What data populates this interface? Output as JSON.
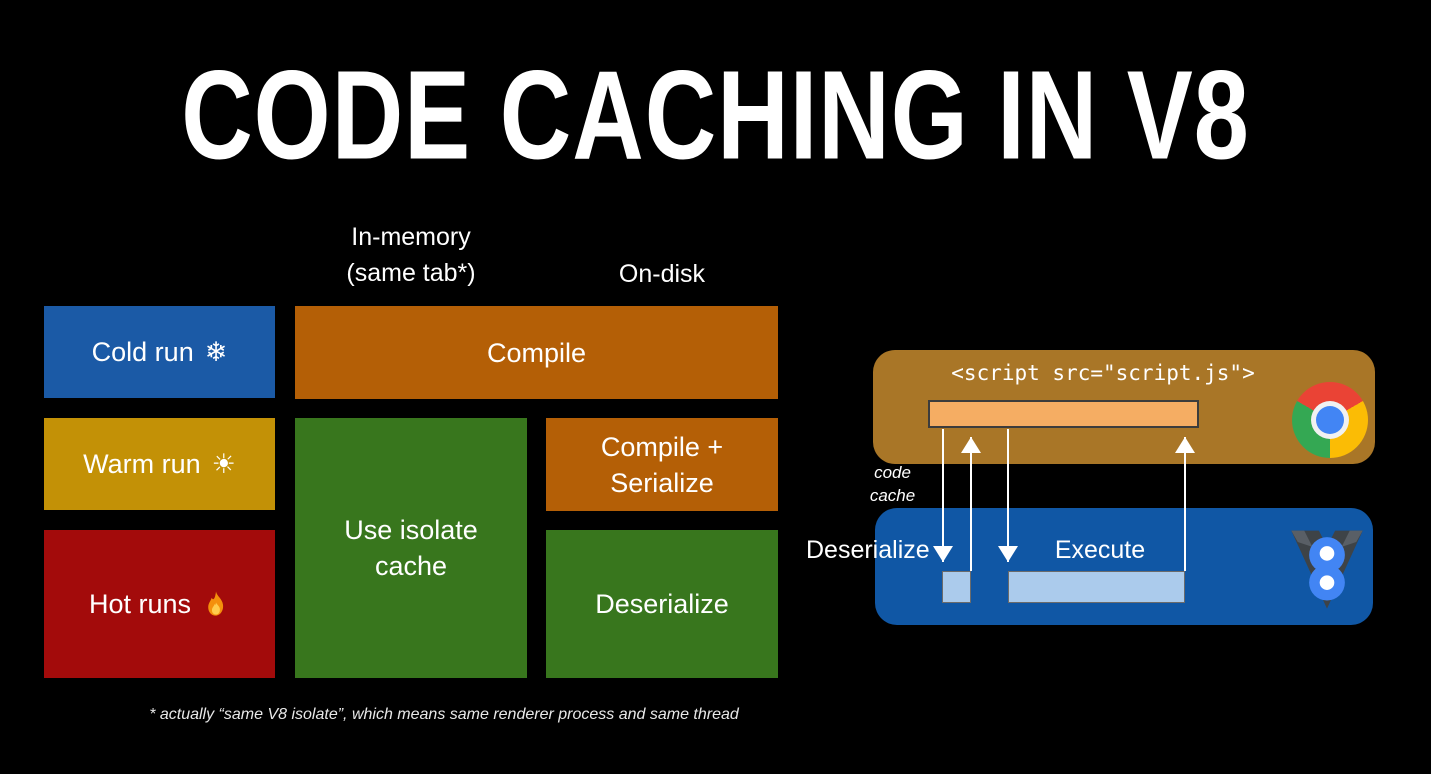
{
  "title": "CODE CACHING IN V8",
  "table": {
    "header_in_memory_line1": "In-memory",
    "header_in_memory_line2": "(same tab*)",
    "header_on_disk": "On-disk",
    "rows": [
      {
        "label": "Cold run",
        "icon": "snowflake"
      },
      {
        "label": "Warm run",
        "icon": "sun"
      },
      {
        "label": "Hot runs",
        "icon": "fire"
      }
    ],
    "cells": {
      "compile": "Compile",
      "use_isolate_cache": "Use isolate cache",
      "compile_serialize": "Compile + Serialize",
      "deserialize": "Deserialize"
    }
  },
  "icons": {
    "snowflake": "❄",
    "sun": "☀",
    "chrome": "chrome-logo",
    "v8": "v8-logo",
    "fire": "fire-icon"
  },
  "footnote": "* actually “same V8 isolate”, which means same renderer process and same thread",
  "diagram": {
    "script_tag": "<script src=\"script.js\">",
    "code_cache_line1": "code",
    "code_cache_line2": "cache",
    "deserialize_label": "Deserialize",
    "execute_label": "Execute"
  },
  "colors": {
    "cold_blue": "#1b5aa6",
    "warm_gold": "#c39106",
    "hot_red": "#a30b0b",
    "compile_orange": "#b45f06",
    "cache_green": "#38761d",
    "browser_box_brown": "#a97627",
    "engine_box_blue": "#1057a5",
    "script_bar_orange": "#f5ad63",
    "cache_bar_blue": "#abcbec",
    "arrow_white": "#ffffff"
  }
}
